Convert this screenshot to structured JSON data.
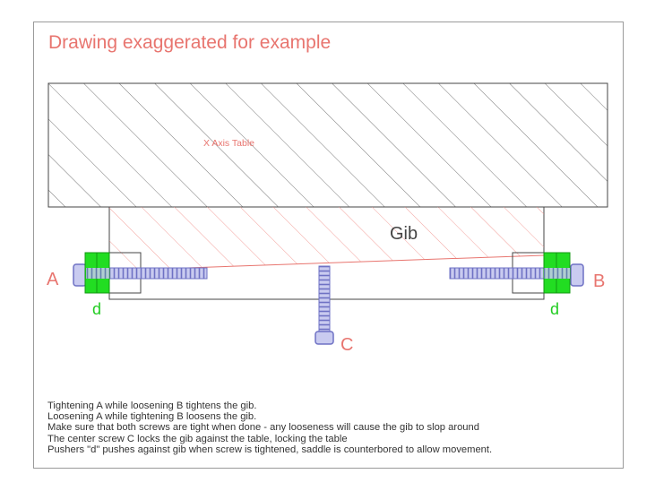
{
  "title": "Drawing exaggerated for example",
  "labels": {
    "table": "X Axis Table",
    "gib": "Gib",
    "screw_a": "A",
    "screw_b": "B",
    "screw_c": "C",
    "pusher_left": "d",
    "pusher_right": "d"
  },
  "notes": [
    "Tightening A while loosening B tightens the gib.",
    "Loosening A while tightening B loosens the gib.",
    "Make sure that both screws are tight when done - any looseness will cause the gib to slop around",
    "The center screw C locks the gib against the table, locking the table",
    "Pushers \"d\" pushes against gib when screw is tightened, saddle is counterbored to allow movement."
  ],
  "colors": {
    "label_red": "#e8756f",
    "pusher_green": "#22dd22",
    "screw_blue": "#8c8fd6",
    "hatch_gray": "#555555",
    "hatch_red": "#f08a84",
    "text_gray": "#333333"
  }
}
